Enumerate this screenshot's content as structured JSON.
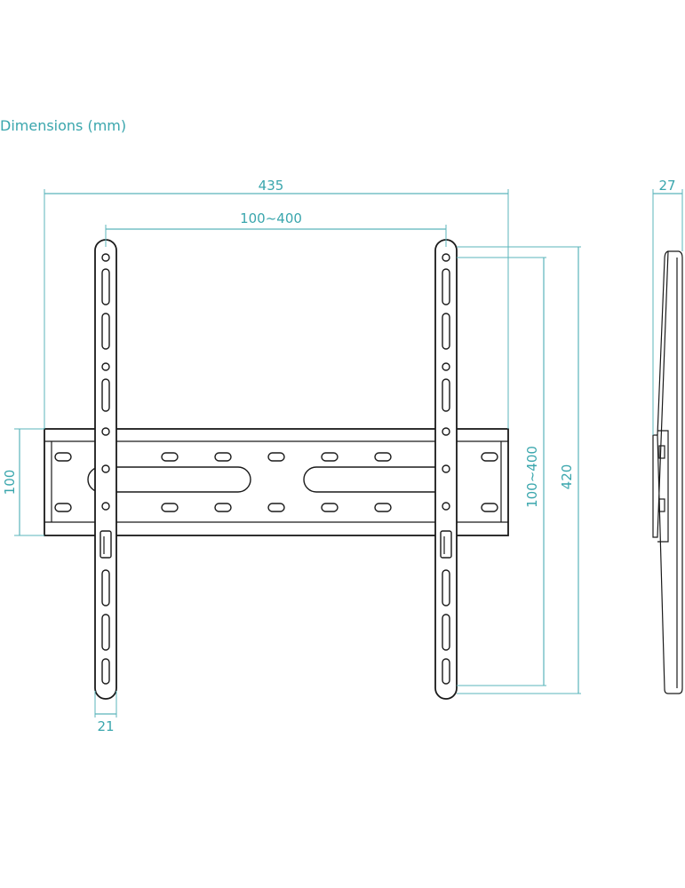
{
  "title": "Dimensions (mm)",
  "dimensions": {
    "overall_width": "435",
    "vesa_horizontal": "100~400",
    "side_depth": "27",
    "rail_height": "100",
    "vesa_vertical": "100~400",
    "arm_length": "420",
    "arm_width": "21"
  },
  "colors": {
    "annotation": "#3aa6ad",
    "outline": "#1a1a1a",
    "background": "#ffffff"
  }
}
